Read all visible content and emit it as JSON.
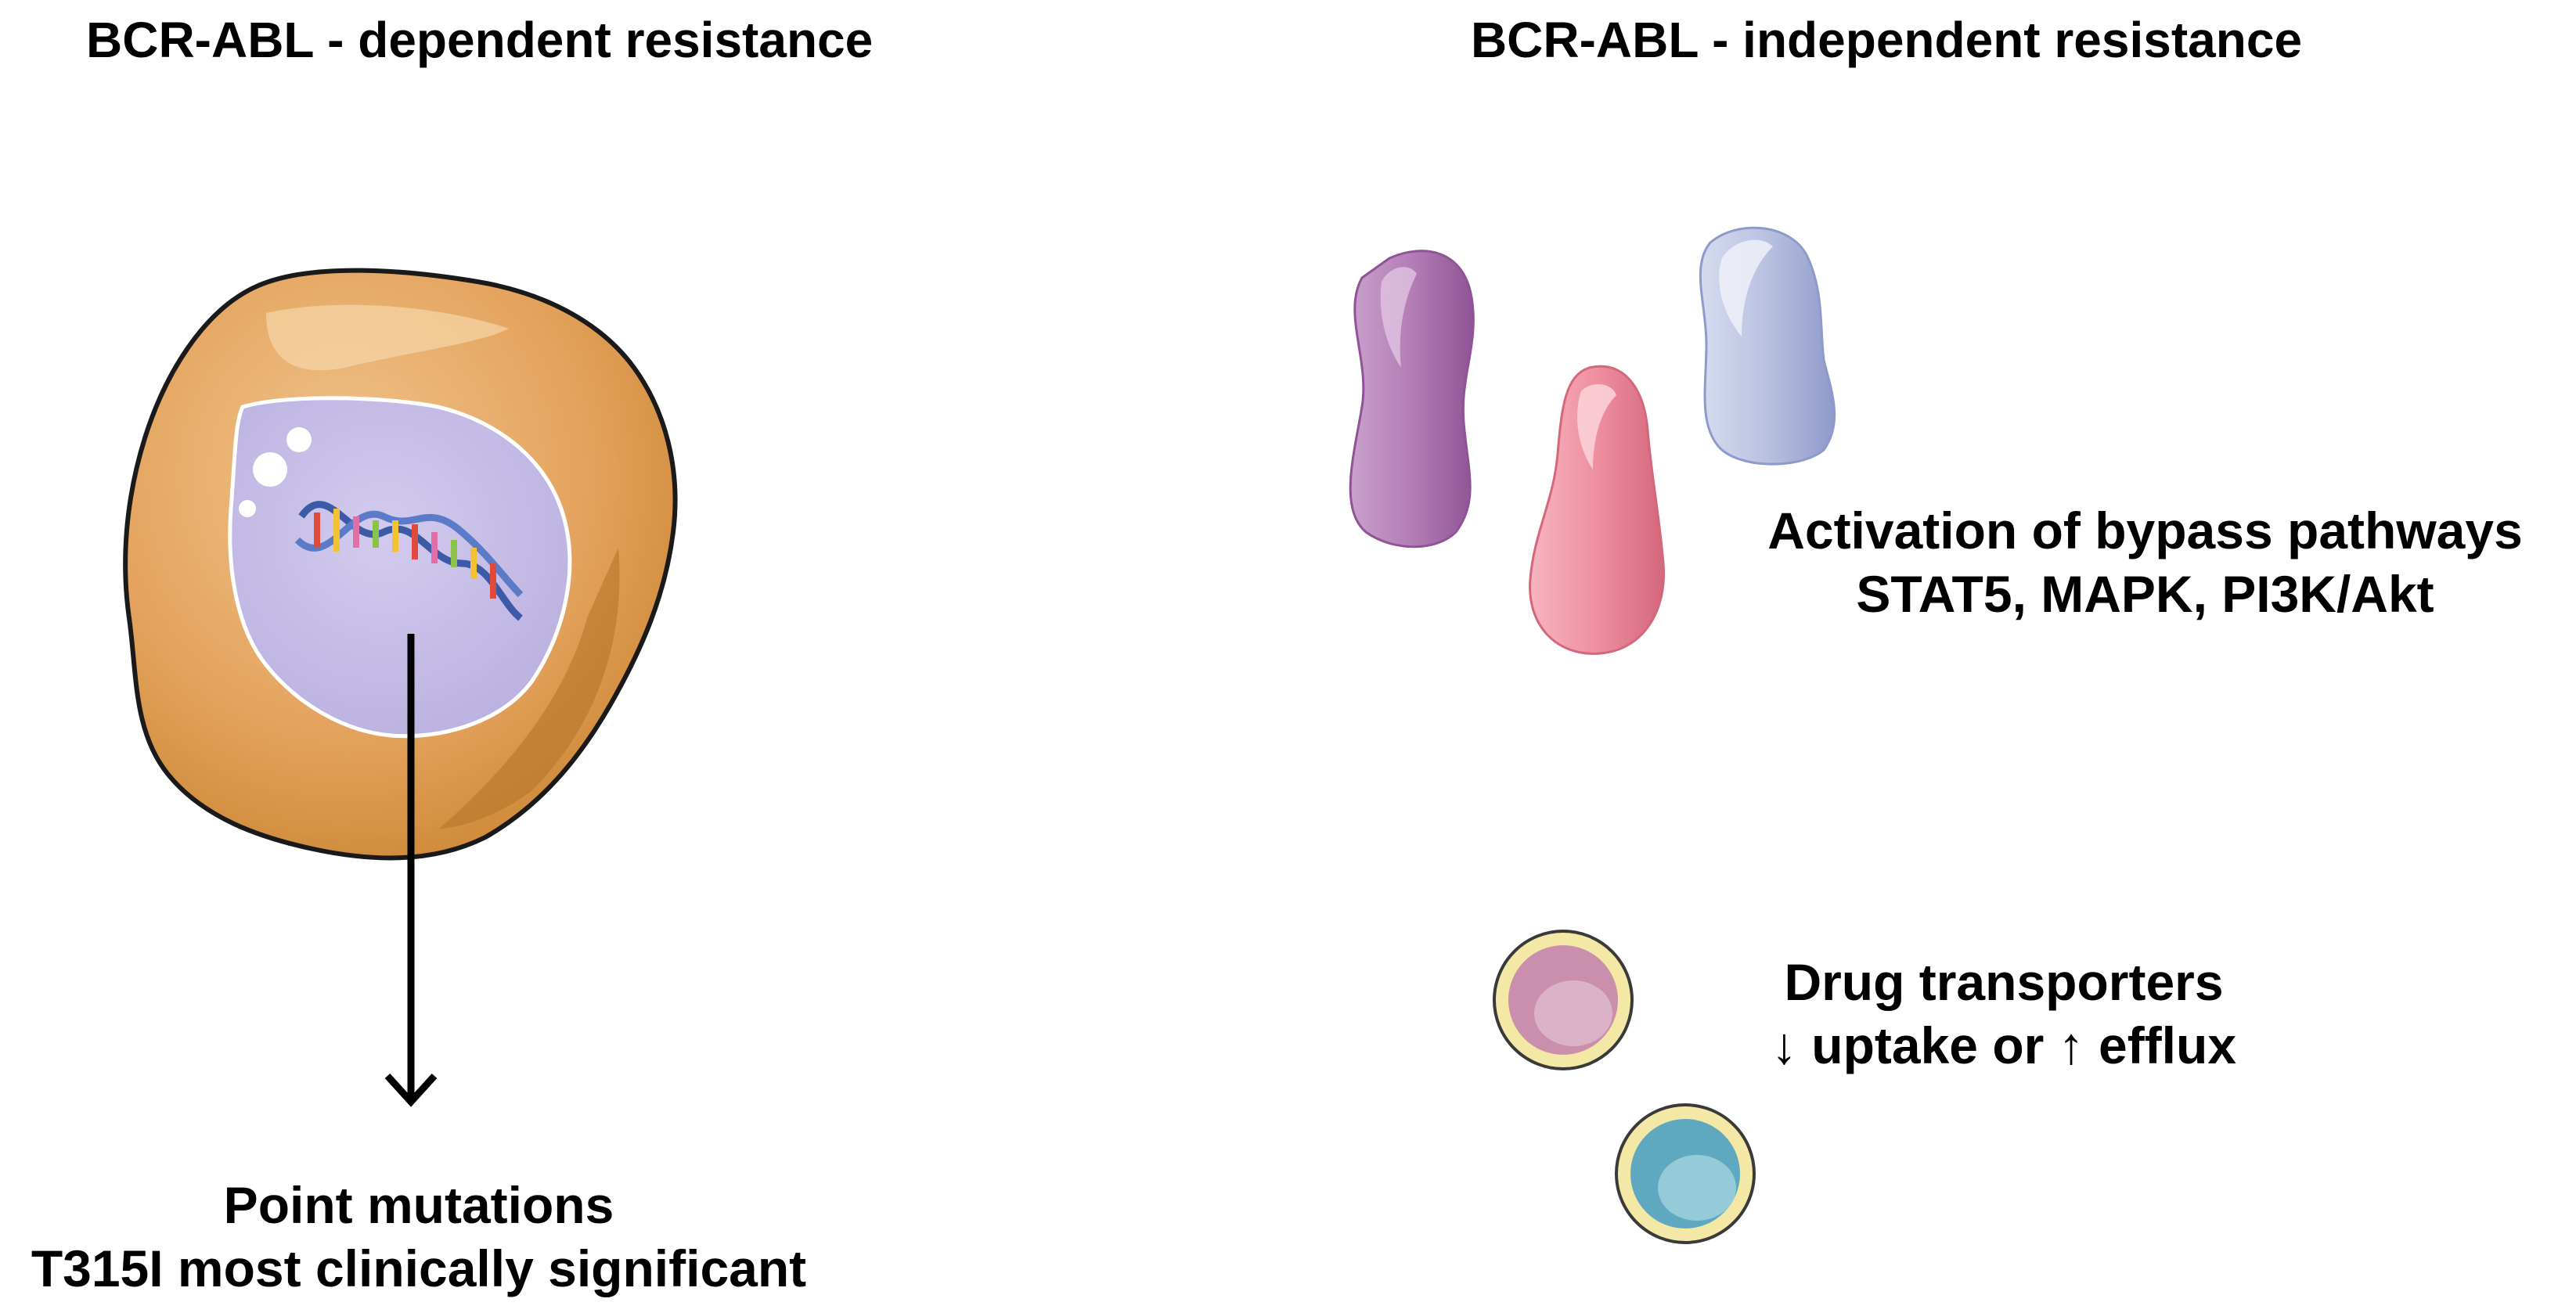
{
  "left_panel": {
    "title": "BCR-ABL - dependent resistance",
    "caption_line1": "Point mutations",
    "caption_line2": "T315I most clinically significant"
  },
  "right_panel": {
    "title": "BCR-ABL - independent resistance",
    "pathways_line1": "Activation of bypass pathways",
    "pathways_line2": "STAT5, MAPK, PI3K/Akt",
    "transporters_line1": "Drug transporters",
    "transporters_line2": "↓ uptake or ↑ efflux"
  },
  "colors": {
    "cell_body": "#e3a25c",
    "cell_outline": "#1a1a1a",
    "nucleus": "#c6bde4",
    "protein_purple": "#b37db5",
    "protein_pink": "#ee8fa0",
    "protein_blue": "#b9c1e0",
    "transporter_rim": "#f3e8a5",
    "transporter_pink": "#c98fac",
    "transporter_teal": "#6fb5c9"
  }
}
